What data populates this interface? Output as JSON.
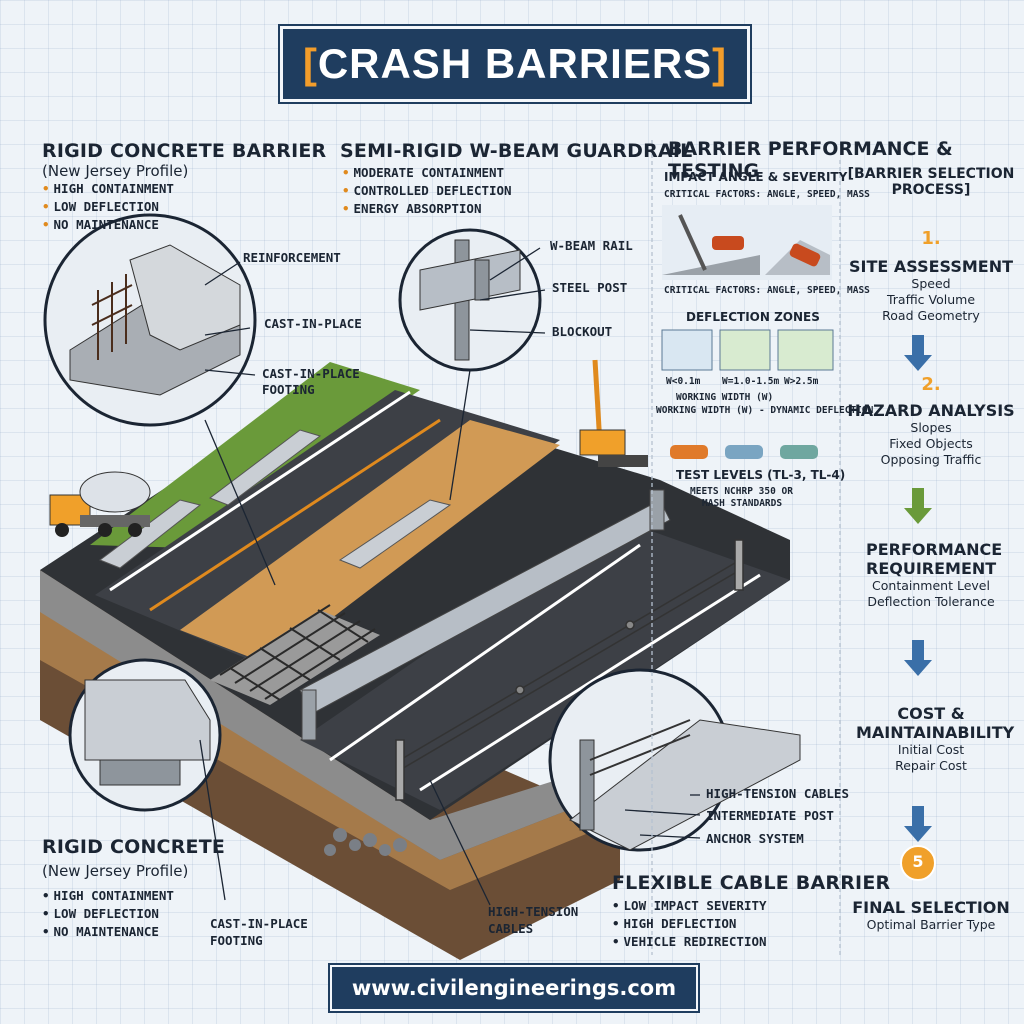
{
  "title": {
    "bracket_left": "[",
    "text": "CRASH BARRIERS",
    "bracket_right": "]"
  },
  "rigid_top": {
    "heading": "RIGID CONCRETE BARRIER",
    "subheading": "(New Jersey Profile)",
    "bullets": [
      "HIGH CONTAINMENT",
      "LOW DEFLECTION",
      "NO MAINTENANCE"
    ],
    "labels": {
      "reinforcement": "REINFORCEMENT",
      "cast": "CAST-IN-PLACE",
      "footing_1": "CAST-IN-PLACE",
      "footing_2": "FOOTING"
    }
  },
  "semi_rigid": {
    "heading": "SEMI-RIGID W-BEAM GUARDRAIL",
    "bullets": [
      "MODERATE CONTAINMENT",
      "CONTROLLED DEFLECTION",
      "ENERGY ABSORPTION"
    ],
    "labels": {
      "rail": "W-BEAM RAIL",
      "post": "STEEL POST",
      "blockout": "BLOCKOUT"
    }
  },
  "performance": {
    "heading": "BARRIER PERFORMANCE & TESTING",
    "impact_heading": "IMPACT ANGLE & SEVERITY",
    "factors_top": "CRITICAL FACTORS: ANGLE, SPEED, MASS",
    "factors_bottom": "CRITICAL FACTORS: ANGLE, SPEED, MASS",
    "deflection_heading": "DEFLECTION ZONES",
    "zone_labels": [
      "W<0.1m",
      "W=1.0-1.5m",
      "W>2.5m"
    ],
    "working_1": "WORKING WIDTH (W)",
    "working_2": "WORKING WIDTH (W) - DYNAMIC DEFLECTION",
    "test_heading": "TEST LEVELS (TL-3, TL-4)",
    "test_sub_1": "MEETS NCHRP 350 OR",
    "test_sub_2": "MASH STANDARDS"
  },
  "selection": {
    "heading_1": "[BARRIER SELECTION",
    "heading_2": "PROCESS]",
    "steps": [
      {
        "num": "1.",
        "title": "SITE ASSESSMENT",
        "lines": [
          "Speed",
          "Traffic Volume",
          "Road Geometry"
        ]
      },
      {
        "num": "2.",
        "title": "HAZARD ANALYSIS",
        "lines": [
          "Slopes",
          "Fixed Objects",
          "Opposing Traffic"
        ]
      },
      {
        "num": "",
        "title": "PERFORMANCE REQUIREMENT",
        "lines": [
          "Containment Level",
          "Deflection Tolerance"
        ]
      },
      {
        "num": "",
        "title": "COST & MAINTAINABILITY",
        "lines": [
          "Initial Cost",
          "Repair Cost"
        ]
      },
      {
        "num": "5",
        "title": "FINAL SELECTION",
        "lines": [
          "Optimal Barrier Type"
        ]
      }
    ],
    "arrow_colors": [
      "#3a6fa8",
      "#6a9a3a",
      "#3a6fa8",
      "#3a6fa8"
    ]
  },
  "rigid_bottom": {
    "heading": "RIGID CONCRETE",
    "subheading": "(New Jersey Profile)",
    "bullets": [
      "HIGH CONTAINMENT",
      "LOW DEFLECTION",
      "NO MAINTENANCE"
    ],
    "footing_1": "CAST-IN-PLACE",
    "footing_2": "FOOTING"
  },
  "cable": {
    "heading": "FLEXIBLE CABLE BARRIER",
    "bullets": [
      "LOW IMPACT SEVERITY",
      "HIGH DEFLECTION",
      "VEHICLE REDIRECTION"
    ],
    "labels": {
      "cables": "HIGH-TENSION CABLES",
      "post": "INTERMEDIATE POST",
      "anchor": "ANCHOR SYSTEM",
      "cables_2a": "HIGH-TENSION",
      "cables_2b": "CABLES"
    }
  },
  "url": "www.civilengineerings.com",
  "colors": {
    "navy": "#1f3d5f",
    "orange": "#f29d2b",
    "asphalt": "#3a3d42",
    "grass": "#6a9a3a"
  }
}
